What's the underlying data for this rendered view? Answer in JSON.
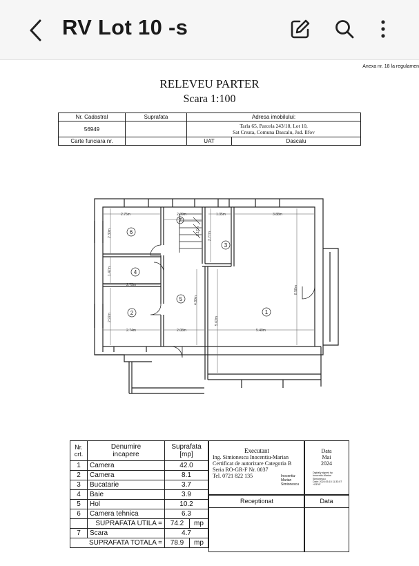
{
  "header": {
    "title": "RV Lot 10 -s",
    "back_icon": "chevron-left-icon",
    "edit_icon": "edit-icon",
    "search_icon": "search-icon",
    "more_icon": "more-vertical-icon"
  },
  "document": {
    "annex_note": "Anexa nr. 18 la regulamen",
    "title": "RELEVEU PARTER",
    "scale": "Scara 1:100",
    "info_table": {
      "nr_cadastral_label": "Nr. Cadastral",
      "suprafata_label": "Suprafata",
      "adresa_label": "Adresa imobilului:",
      "nr_cadastral_value": "56949",
      "address_line1": "Tarla 65, Parcela 243/18, Lot 10,",
      "address_line2": "Sat Creata, Comuna Dascalu, Jud. Ilfov",
      "carte_funciara_label": "Carte funciara nr.",
      "uat_label": "UAT",
      "uat_value": "Dascalu"
    },
    "floorplan": {
      "dims": {
        "d1": "2.75m",
        "d2": "2.09m",
        "d3": "1.35m",
        "d4": "3.88m",
        "d5": "2.30m",
        "d6": "2.77m",
        "d7": "1.47m",
        "d8": "2.75m",
        "d9": "4.80m",
        "d10": "8.58m",
        "d11": "2.97m",
        "d12": "5.63m",
        "d13": "2.74m",
        "d14": "2.08m",
        "d15": "5.40m",
        "d16": "2.17m"
      },
      "rooms": [
        "1",
        "2",
        "3",
        "4",
        "5",
        "6",
        "7"
      ]
    },
    "rooms_table": {
      "h_nr": "Nr.",
      "h_crt": "crt.",
      "h_name1": "Denumire",
      "h_name2": "incapere",
      "h_area1": "Suprafata",
      "h_area2": "[mp]",
      "rows": [
        {
          "nr": "1",
          "name": "Camera",
          "area": "42.0"
        },
        {
          "nr": "2",
          "name": "Camera",
          "area": "8.1"
        },
        {
          "nr": "3",
          "name": "Bucatarie",
          "area": "3.7"
        },
        {
          "nr": "4",
          "name": "Baie",
          "area": "3.9"
        },
        {
          "nr": "5",
          "name": "Hol",
          "area": "10.2"
        },
        {
          "nr": "6",
          "name": "Camera tehnica",
          "area": "6.3"
        }
      ],
      "util_label": "SUPRAFATA UTILA =",
      "util_value": "74.2",
      "unit": "mp",
      "row7_nr": "7",
      "row7_name": "Scara",
      "row7_area": "4.7",
      "total_label": "SUPRAFATA TOTALA =",
      "total_value": "78.9",
      "total_unit": "mp"
    },
    "executant": {
      "label": "Executant",
      "name": "Ing. Simionescu Inocentiu-Marian",
      "cert": "Certificat de autorizare Categoria B",
      "seria": "Seria RO-GR-F Nr. 0037",
      "tel": "Tel. 0721 822 135",
      "sig1": "Inocentiu-",
      "sig2": "Marian",
      "sig3": "Simionescu",
      "ds1": "Digitally signed by",
      "ds2": "Inocentiu-Marian",
      "ds3": "Simionescu",
      "ds4": "Date: 2024.05.15 11:33:07",
      "ds5": "+03'00'"
    },
    "data_box": {
      "label": "Data",
      "month": "Mai",
      "year": "2024"
    },
    "receptionat_label": "Receptionat",
    "data_label2": "Data"
  }
}
